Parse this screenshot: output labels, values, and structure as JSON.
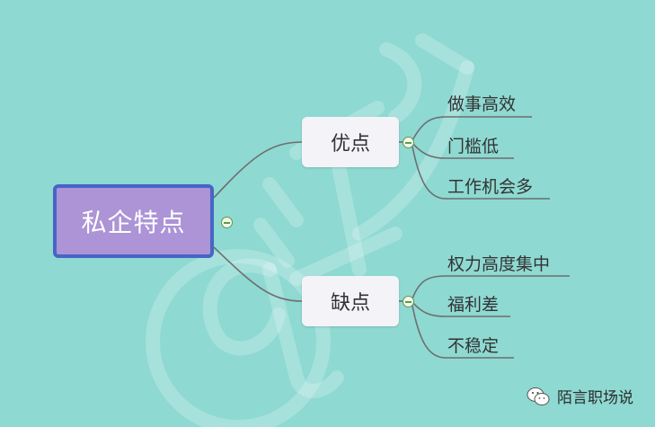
{
  "mindmap": {
    "root": "私企特点",
    "branches": [
      {
        "label": "优点",
        "children": [
          "做事高效",
          "门槛低",
          "工作机会多"
        ]
      },
      {
        "label": "缺点",
        "children": [
          "权力高度集中",
          "福利差",
          "不稳定"
        ]
      }
    ]
  },
  "footer": {
    "account": "陌言职场说",
    "icon": "wechat-icon"
  },
  "colors": {
    "background": "#8ed9d2",
    "root_fill": "#ac94d6",
    "root_border": "#4765c6",
    "branch_fill": "#f3f3f8",
    "line": "#6e6e6e"
  }
}
